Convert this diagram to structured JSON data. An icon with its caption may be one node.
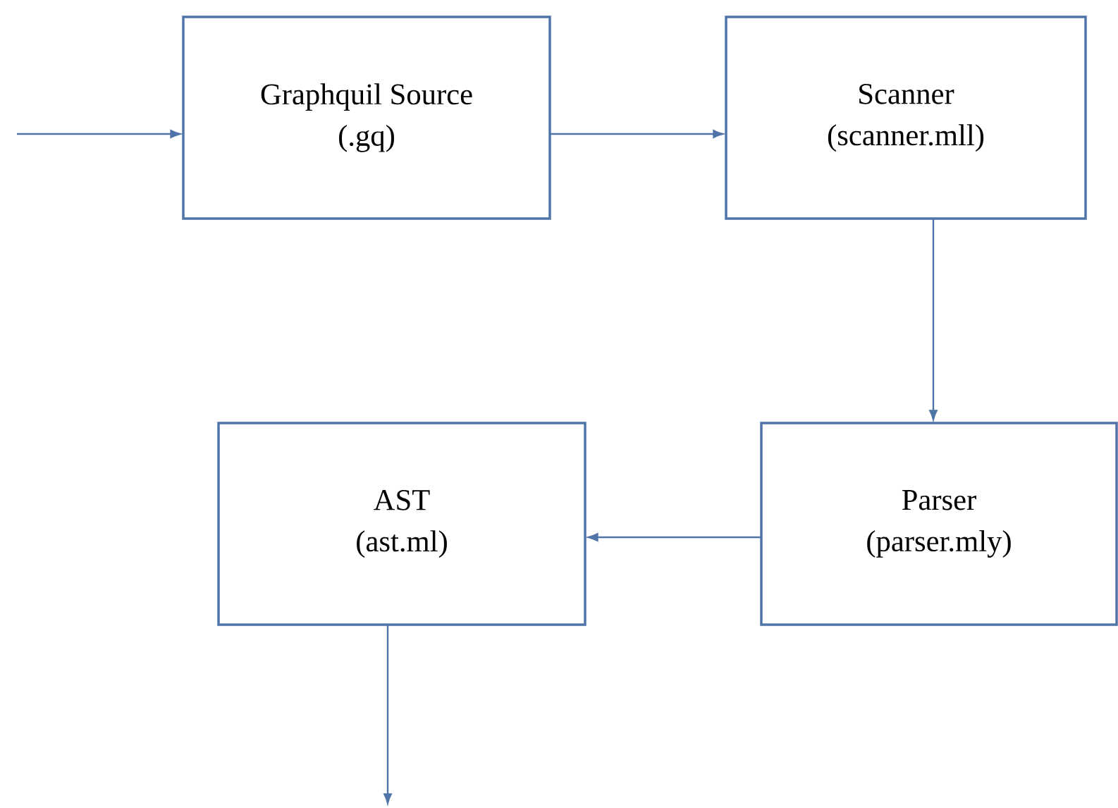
{
  "diagram": {
    "nodes": [
      {
        "text": [
          "Graphquil Source",
          "(.gq)"
        ]
      },
      {
        "text": [
          "Scanner",
          "(scanner.mll)"
        ]
      },
      {
        "text": [
          "Parser",
          "(parser.mly)"
        ]
      },
      {
        "text": [
          "AST",
          "(ast.ml)"
        ]
      }
    ],
    "edges": [
      {
        "from": null,
        "to": 0,
        "arrow": "to"
      },
      {
        "from": 0,
        "to": 1,
        "arrow": "to"
      },
      {
        "from": 1,
        "to": 2,
        "arrow": "to"
      },
      {
        "from": 2,
        "to": 3,
        "arrow": "to"
      },
      {
        "from": 3,
        "to": null,
        "arrow": "to"
      }
    ]
  }
}
